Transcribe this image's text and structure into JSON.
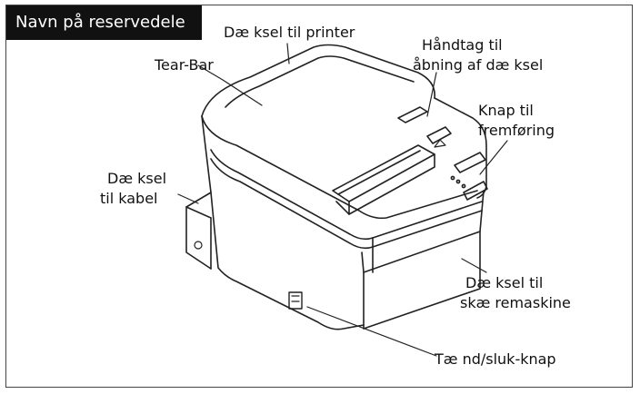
{
  "header": {
    "title": "Navn på reservedele"
  },
  "labels": {
    "printer_cover": "Dæ ksel til printer",
    "tear_bar": "Tear-Bar",
    "cover_handle_line1": "Håndtag til",
    "cover_handle_line2": "åbning af dæ ksel",
    "feed_button_line1": "Knap til",
    "feed_button_line2": "fremføring",
    "cable_cover_line1": "Dæ ksel",
    "cable_cover_line2": "til kabel",
    "cutter_cover_line1": "Dæ ksel til",
    "cutter_cover_line2": "skæ remaskine",
    "power_switch": "Tæ nd/sluk-knap"
  },
  "colors": {
    "line": "#222222",
    "header_bg": "#111111",
    "header_text": "#ffffff"
  }
}
